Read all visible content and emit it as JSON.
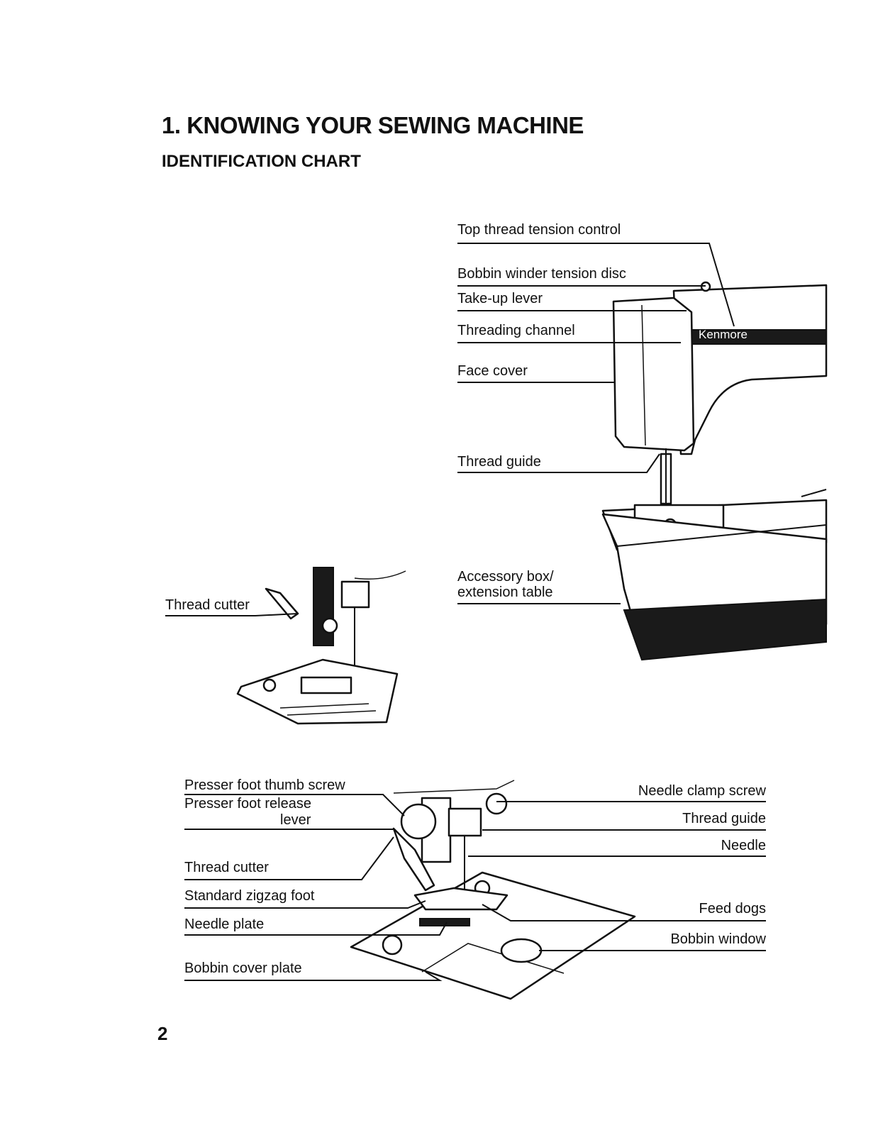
{
  "page": {
    "title": "1. KNOWING YOUR SEWING MACHINE",
    "subtitle": "IDENTIFICATION CHART",
    "page_number": "2"
  },
  "machine_labels": {
    "top_thread_tension_control": "Top thread tension control",
    "bobbin_winder_tension_disc": "Bobbin winder tension disc",
    "take_up_lever": "Take-up lever",
    "threading_channel": "Threading channel",
    "face_cover": "Face cover",
    "thread_guide": "Thread guide",
    "accessory_box_line1": "Accessory box/",
    "accessory_box_line2": "extension table",
    "brand": "Kenmore"
  },
  "needle_area_labels": {
    "thread_cutter": "Thread cutter"
  },
  "foot_detail_labels": {
    "presser_foot_thumb_screw": "Presser foot thumb screw",
    "presser_foot_release_line1": "Presser foot release",
    "presser_foot_release_line2": "lever",
    "thread_cutter": "Thread cutter",
    "standard_zigzag_foot": "Standard zigzag foot",
    "needle_plate": "Needle plate",
    "bobbin_cover_plate": "Bobbin cover plate",
    "needle_clamp_screw": "Needle clamp screw",
    "thread_guide": "Thread guide",
    "needle": "Needle",
    "feed_dogs": "Feed dogs",
    "bobbin_window": "Bobbin window"
  }
}
